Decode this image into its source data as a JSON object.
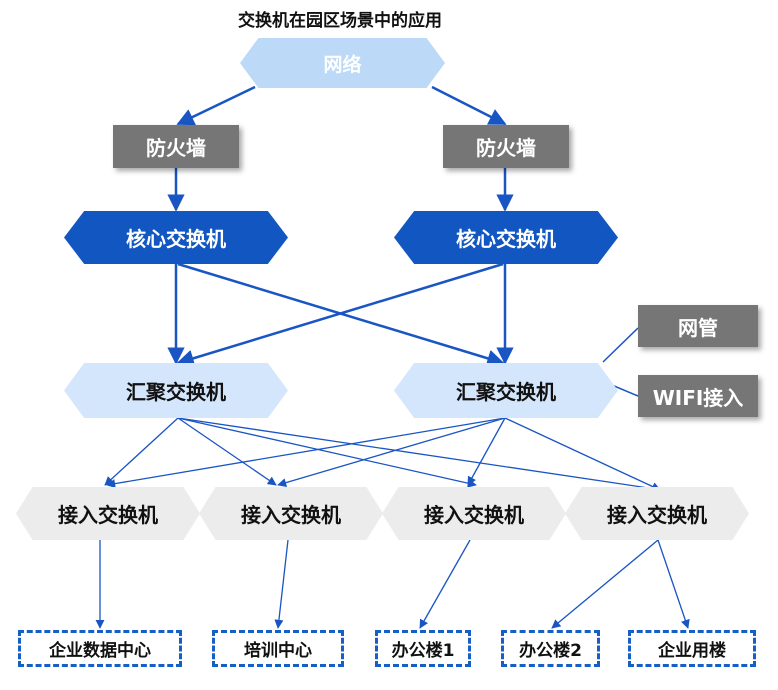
{
  "title": "交换机在园区场景中的应用",
  "nodes": {
    "network": "网络",
    "firewall_left": "防火墙",
    "firewall_right": "防火墙",
    "core_left": "核心交换机",
    "core_right": "核心交换机",
    "agg_left": "汇聚交换机",
    "agg_right": "汇聚交换机",
    "netmgmt": "网管",
    "wifi": "WIFI接入",
    "access_1": "接入交换机",
    "access_2": "接入交换机",
    "access_3": "接入交换机",
    "access_4": "接入交换机",
    "dest_1": "企业数据中心",
    "dest_2": "培训中心",
    "dest_3": "办公楼1",
    "dest_4": "办公楼2",
    "dest_5": "企业用楼"
  },
  "colors": {
    "line": "#1a55c4",
    "core": "#1257c1",
    "firewall": "#767676",
    "network": "#bcd9f7",
    "aggregation": "#d4e6fb",
    "access": "#ececec"
  }
}
